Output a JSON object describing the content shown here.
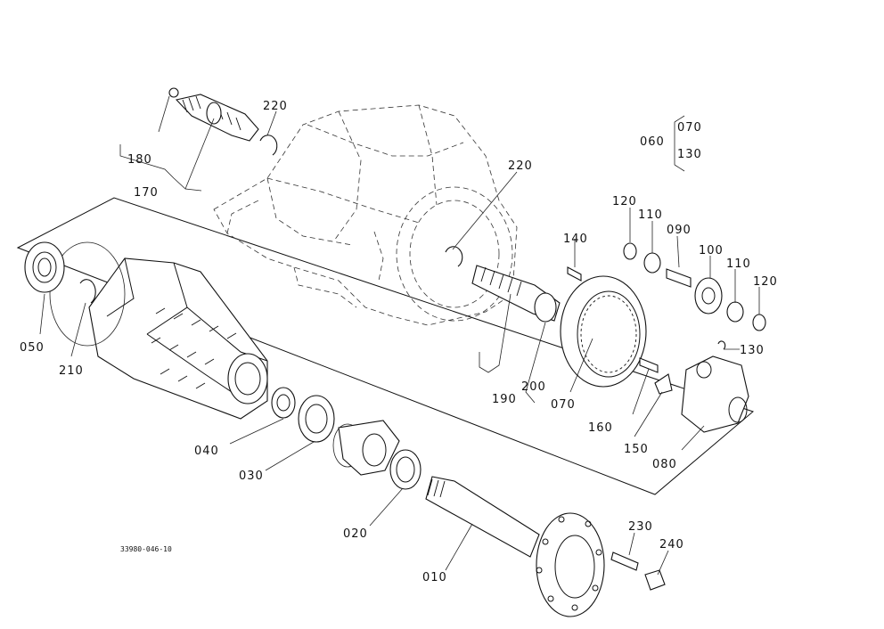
{
  "diagram": {
    "labels": {
      "p180": "180",
      "p170": "170",
      "p220a": "220",
      "p220b": "220",
      "p060": "060",
      "p070a": "070",
      "p130a": "130",
      "p120a": "120",
      "p110a": "110",
      "p090": "090",
      "p100": "100",
      "p110b": "110",
      "p120b": "120",
      "p140": "140",
      "p130b": "130",
      "p050": "050",
      "p210": "210",
      "p190": "190",
      "p200": "200",
      "p070b": "070",
      "p160": "160",
      "p150": "150",
      "p080": "080",
      "p040": "040",
      "p030": "030",
      "p020": "020",
      "p010": "010",
      "p230": "230",
      "p240": "240"
    },
    "reference_code": "33980-046-10"
  }
}
